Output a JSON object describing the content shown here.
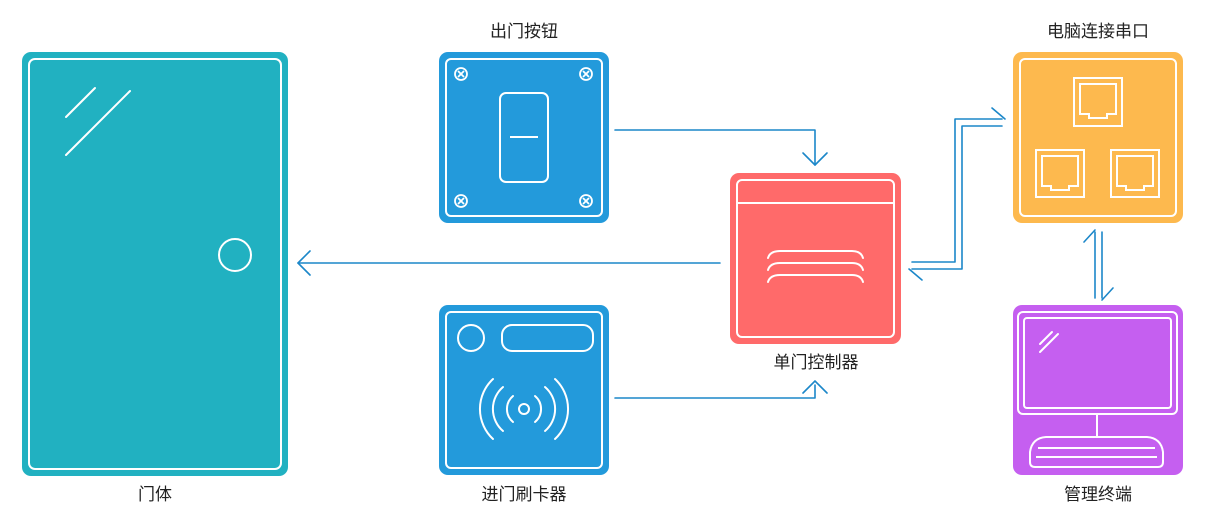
{
  "labels": {
    "door": "门体",
    "exit_button": "出门按钮",
    "card_reader": "进门刷卡器",
    "controller": "单门控制器",
    "serial_port": "电脑连接串口",
    "terminal": "管理终端"
  },
  "colors": {
    "door": "#21B1C1",
    "exit_button": "#239ADB",
    "card_reader": "#239ADB",
    "controller": "#FF6A6A",
    "serial_port": "#FDB94E",
    "terminal": "#C55FF0",
    "arrow": "#1C87C9",
    "label_text": "#222222"
  },
  "icons": {
    "door": "door-handle-icon",
    "exit_button": "switch-icon",
    "card_reader": "rfid-signal-icon",
    "controller": "controller-vents-icon",
    "serial_port": "ethernet-port-icon",
    "terminal": "monitor-keyboard-icon"
  }
}
